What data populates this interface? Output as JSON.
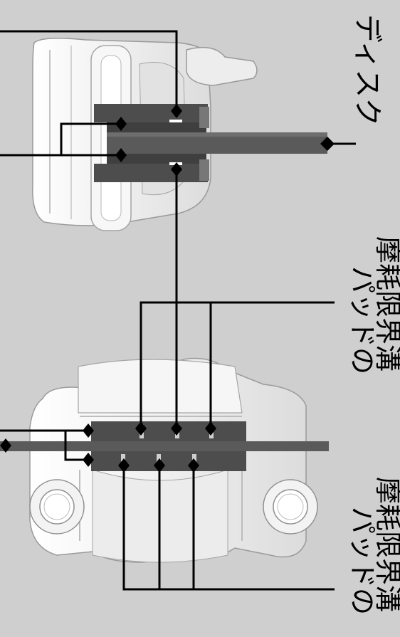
{
  "labels": {
    "disc": "ディスク",
    "wear_limit_line1": "パッドの",
    "wear_limit_line2": "摩耗限界溝"
  },
  "colors": {
    "background": "#cfcfcf",
    "caliper_body": "#f4f4f4",
    "pad": "#4f4f4f",
    "disc": "#5a5a5a",
    "leader_line": "#000000"
  }
}
